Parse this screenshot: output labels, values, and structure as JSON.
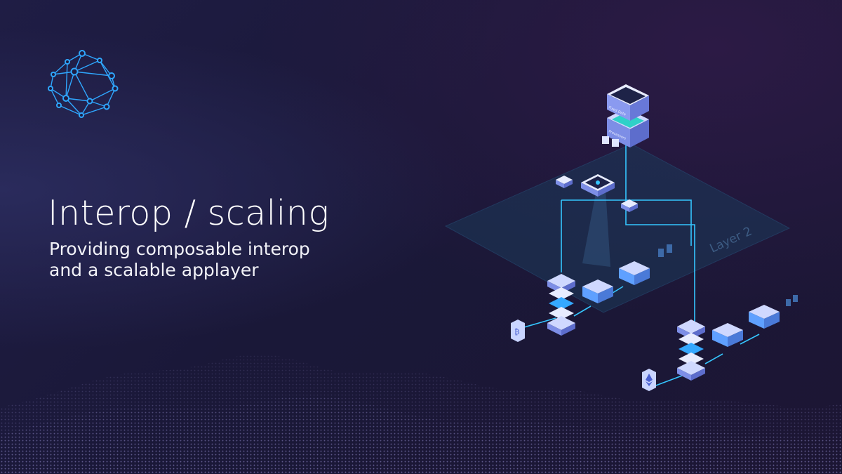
{
  "brand": {
    "logo_icon": "network-globe-icon"
  },
  "hero": {
    "title": "Interop / scaling",
    "subtitle_line1": "Providing composable interop",
    "subtitle_line2": "and a scalable applayer"
  },
  "diagram": {
    "plane_label": "Layer 2",
    "top_module_label_1": "Fixed Data",
    "top_module_label_2": "Processors",
    "chain_icons": [
      "bitcoin-icon",
      "ethereum-icon"
    ]
  },
  "colors": {
    "accent": "#35c6ff",
    "node_blue": "#5f77d9",
    "background": "#1d1b40"
  }
}
